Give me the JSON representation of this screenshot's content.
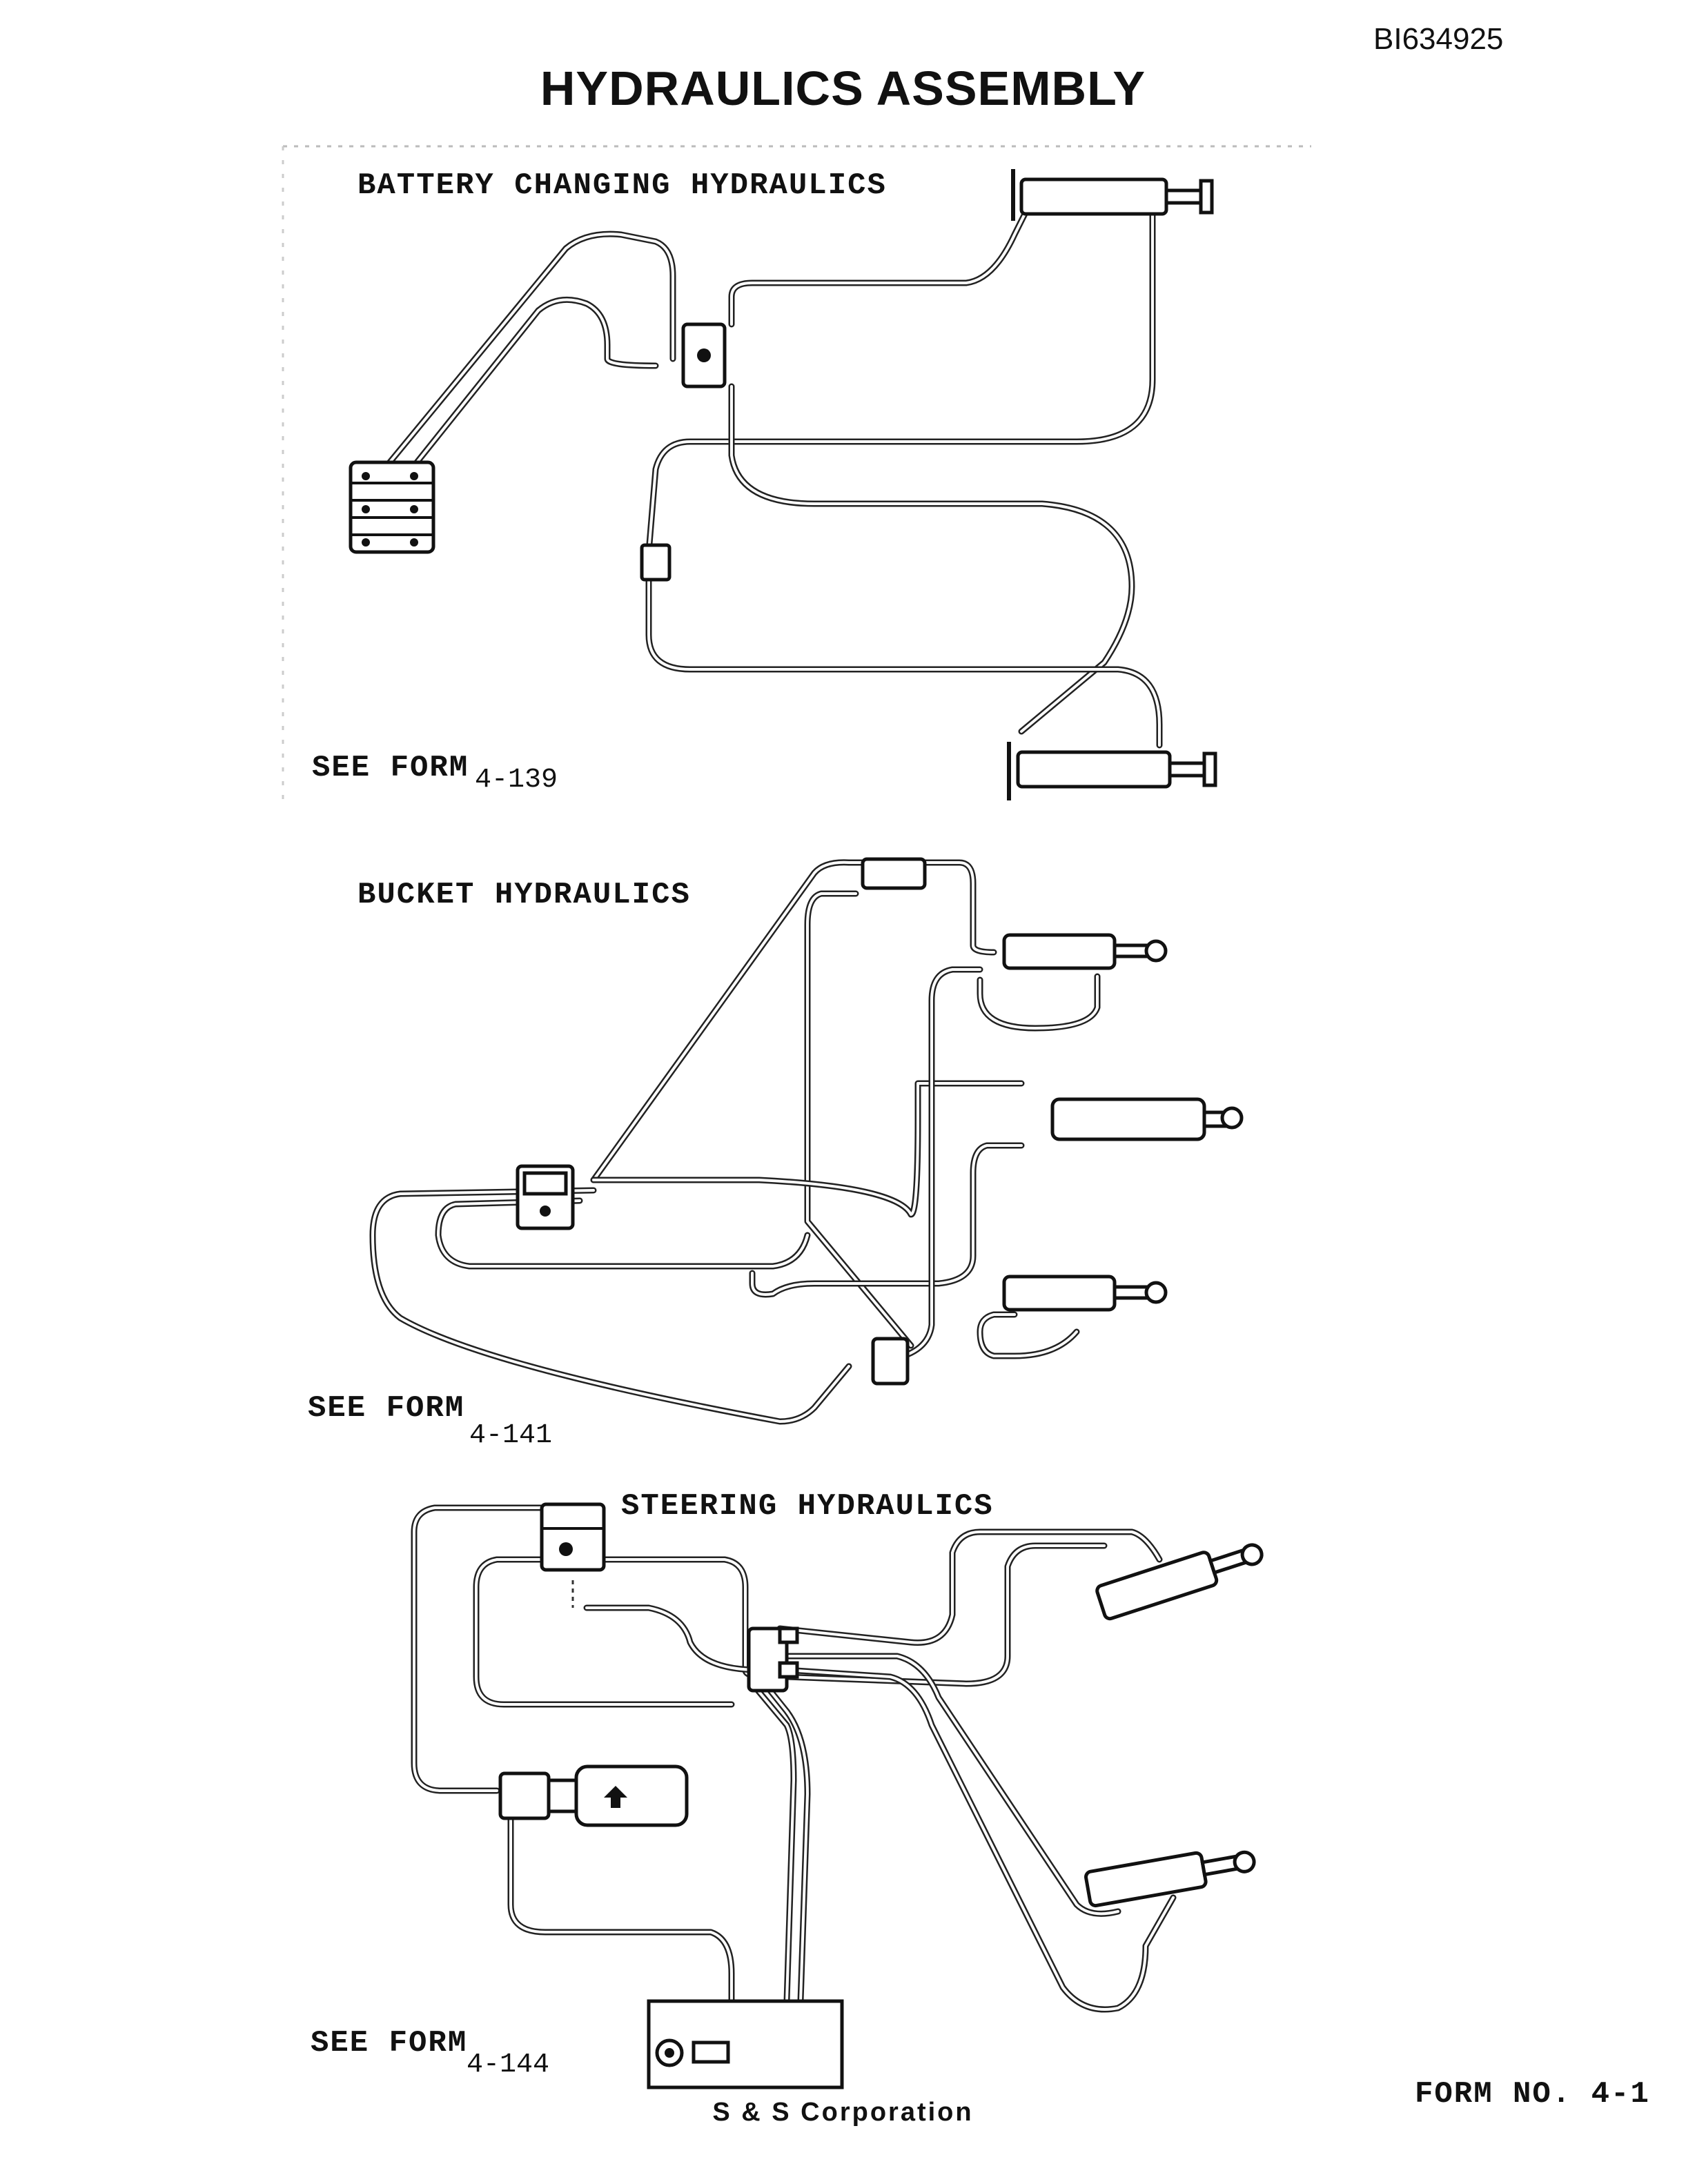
{
  "document": {
    "doc_id": "BI634925",
    "title": "HYDRAULICS ASSEMBLY",
    "company": "S & S Corporation",
    "form_number": "FORM NO. 4-1"
  },
  "sections": {
    "battery": {
      "heading": "BATTERY CHANGING HYDRAULICS",
      "see_form": "SEE FORM",
      "form_ref": "4-139"
    },
    "bucket": {
      "heading": "BUCKET HYDRAULICS",
      "see_form": "SEE FORM",
      "form_ref": "4-141"
    },
    "steering": {
      "heading": "STEERING HYDRAULICS",
      "see_form": "SEE FORM",
      "form_ref": "4-144"
    }
  },
  "icons": {
    "pump_arrow": "arrow-up-icon"
  }
}
